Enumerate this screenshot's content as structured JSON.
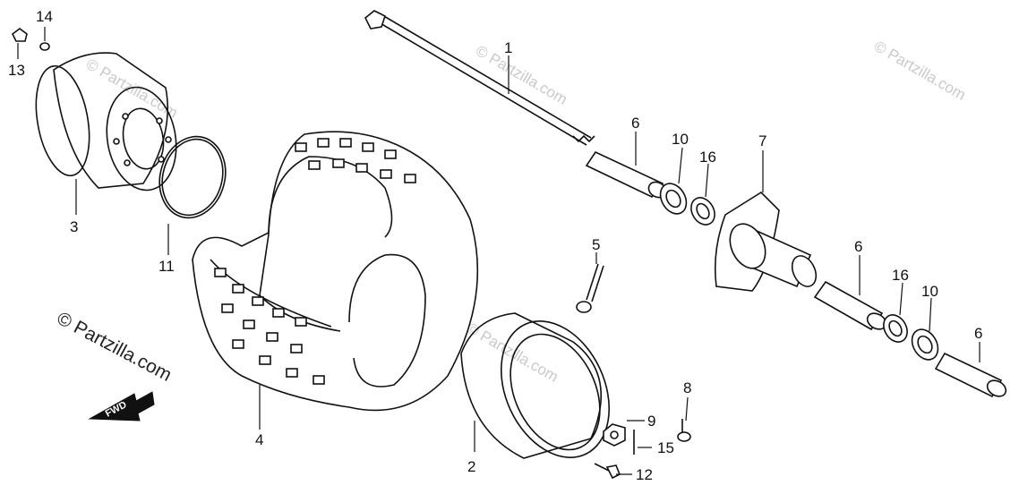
{
  "watermarks": {
    "copyright_left": "© Partzilla.com",
    "fwd_label": "FWD",
    "faint": [
      "© Partzilla.com",
      "© Partzilla.com",
      "© Partzilla.com",
      "© Partzilla.com"
    ]
  },
  "callouts": {
    "p1": "1",
    "p2": "2",
    "p3": "3",
    "p4": "4",
    "p5": "5",
    "p6a": "6",
    "p6b": "6",
    "p6c": "6",
    "p7": "7",
    "p8": "8",
    "p9": "9",
    "p10a": "10",
    "p10b": "10",
    "p11": "11",
    "p12": "12",
    "p13": "13",
    "p14": "14",
    "p15": "15",
    "p16a": "16",
    "p16b": "16"
  },
  "colors": {
    "ink": "#111111",
    "watermark": "#c9c9c9",
    "background": "#ffffff"
  }
}
